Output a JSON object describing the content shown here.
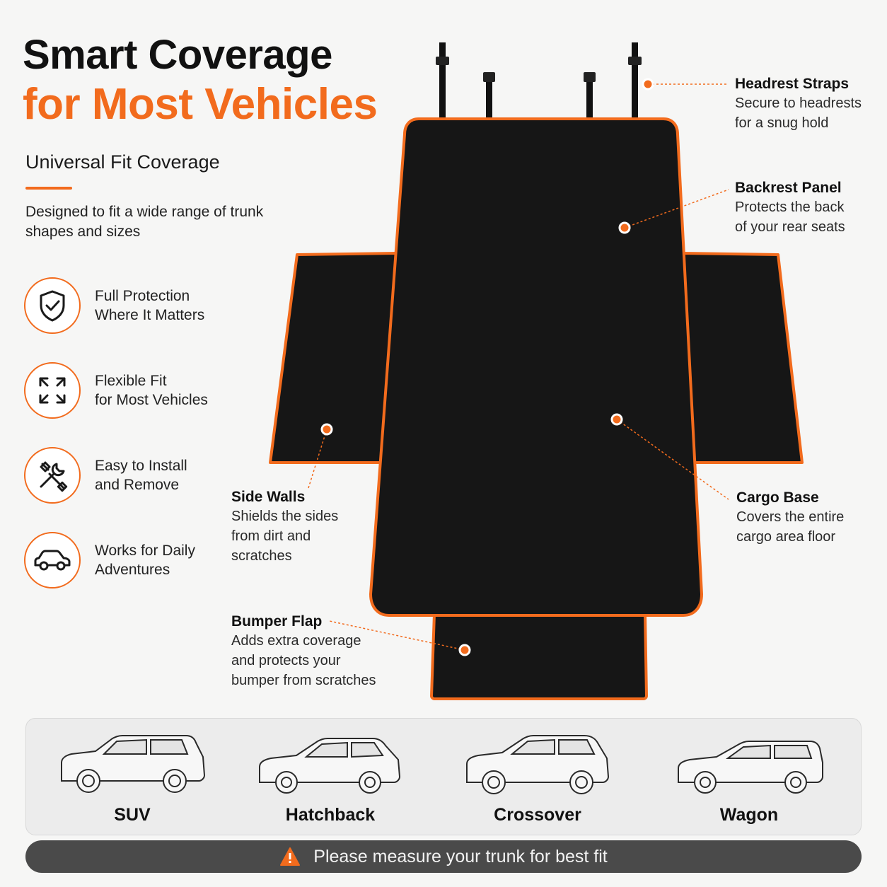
{
  "header": {
    "title_line1": "Smart Coverage",
    "title_line2": "for Most Vehicles",
    "subheading": "Universal Fit Coverage",
    "description": "Designed to fit a wide range of trunk shapes and sizes"
  },
  "features": [
    {
      "icon": "shield-check-icon",
      "line1": "Full Protection",
      "line2": "Where It Matters"
    },
    {
      "icon": "expand-arrows-icon",
      "line1": "Flexible Fit",
      "line2": "for Most Vehicles"
    },
    {
      "icon": "tools-icon",
      "line1": "Easy to Install",
      "line2": "and Remove"
    },
    {
      "icon": "car-icon",
      "line1": "Works for Daily",
      "line2": "Adventures"
    }
  ],
  "callouts": {
    "headrest_straps": {
      "title": "Headrest Straps",
      "line1": "Secure to headrests",
      "line2": "for a snug hold"
    },
    "backrest_panel": {
      "title": "Backrest Panel",
      "line1": "Protects the back",
      "line2": "of your rear seats"
    },
    "side_walls": {
      "title": "Side Walls",
      "line1": "Shields the sides",
      "line2": "from dirt and",
      "line3": "scratches"
    },
    "cargo_base": {
      "title": "Cargo Base",
      "line1": "Covers the entire",
      "line2": "cargo area floor"
    },
    "bumper_flap": {
      "title": "Bumper Flap",
      "line1": "Adds extra coverage",
      "line2": "and protects your",
      "line3": "bumper from scratches"
    }
  },
  "vehicles": [
    {
      "name": "SUV",
      "icon": "suv-icon"
    },
    {
      "name": "Hatchback",
      "icon": "hatchback-icon"
    },
    {
      "name": "Crossover",
      "icon": "crossover-icon"
    },
    {
      "name": "Wagon",
      "icon": "wagon-icon"
    }
  ],
  "notice": {
    "icon": "warning-icon",
    "text": "Please measure your trunk for best fit"
  },
  "colors": {
    "accent": "#f26b1d",
    "mat": "#161616",
    "background": "#f6f6f5"
  }
}
